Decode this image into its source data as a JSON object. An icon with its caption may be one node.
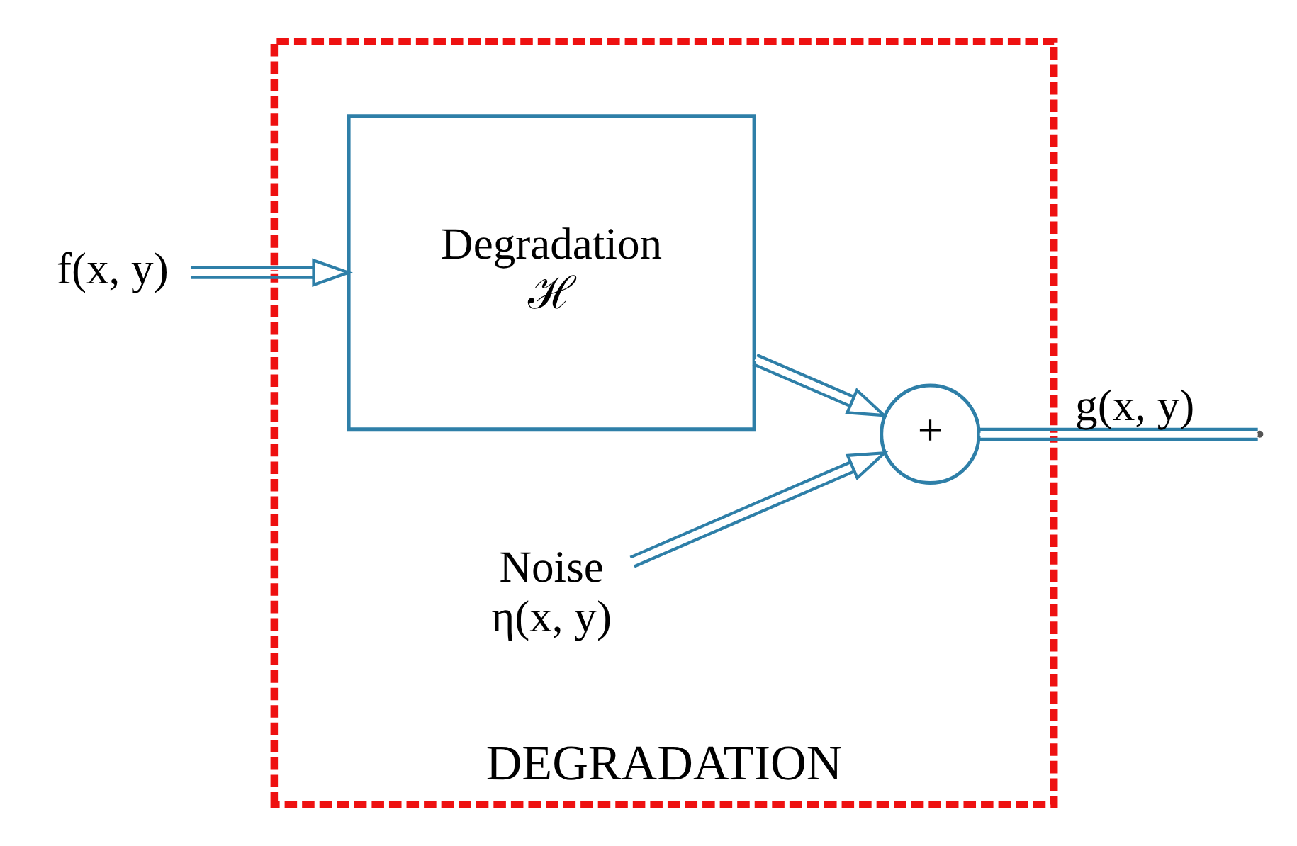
{
  "diagram": {
    "nodes": [
      {
        "text": [
          "DEGRADATION"
        ]
      },
      {
        "text": [
          "f(x, y)"
        ]
      },
      {
        "text": [
          "Degradation",
          "ℋ"
        ],
        "in": 0
      },
      {
        "text": [
          "+"
        ],
        "in": 0
      },
      {
        "text": [
          "Noise",
          "η(x, y)"
        ],
        "in": 0
      }
    ],
    "edges": [
      {
        "from": 1,
        "to": 2,
        "arrow": "to"
      },
      {
        "from": 2,
        "to": 3,
        "arrow": "to"
      },
      {
        "from": 4,
        "to": 3,
        "arrow": "to"
      },
      {
        "from": 3,
        "to": null,
        "arrow": "none",
        "label": "g(x, y)"
      }
    ]
  }
}
